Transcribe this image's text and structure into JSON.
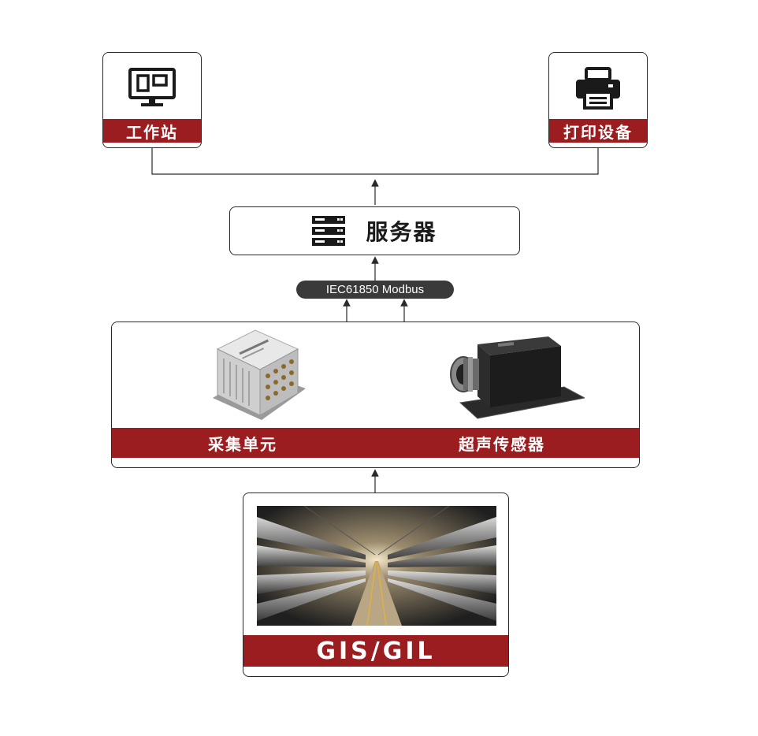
{
  "workstation": {
    "label": "工作站",
    "icon": "monitor-icon"
  },
  "printer": {
    "label": "打印设备",
    "icon": "printer-icon"
  },
  "server": {
    "label": "服务器",
    "icon": "server-rack-icon"
  },
  "protocol": {
    "label": "IEC61850 Modbus"
  },
  "devices": {
    "acquisition_unit": {
      "label": "采集单元",
      "image": "acquisition-unit-photo"
    },
    "ultrasonic_sensor": {
      "label": "超声传感器",
      "image": "ultrasonic-sensor-photo"
    }
  },
  "gis": {
    "label": "GIS/GIL",
    "image": "gil-tunnel-photo"
  },
  "colors": {
    "accent": "#9b1d20",
    "border": "#2a2a2a",
    "pill": "#3a3a3a"
  }
}
